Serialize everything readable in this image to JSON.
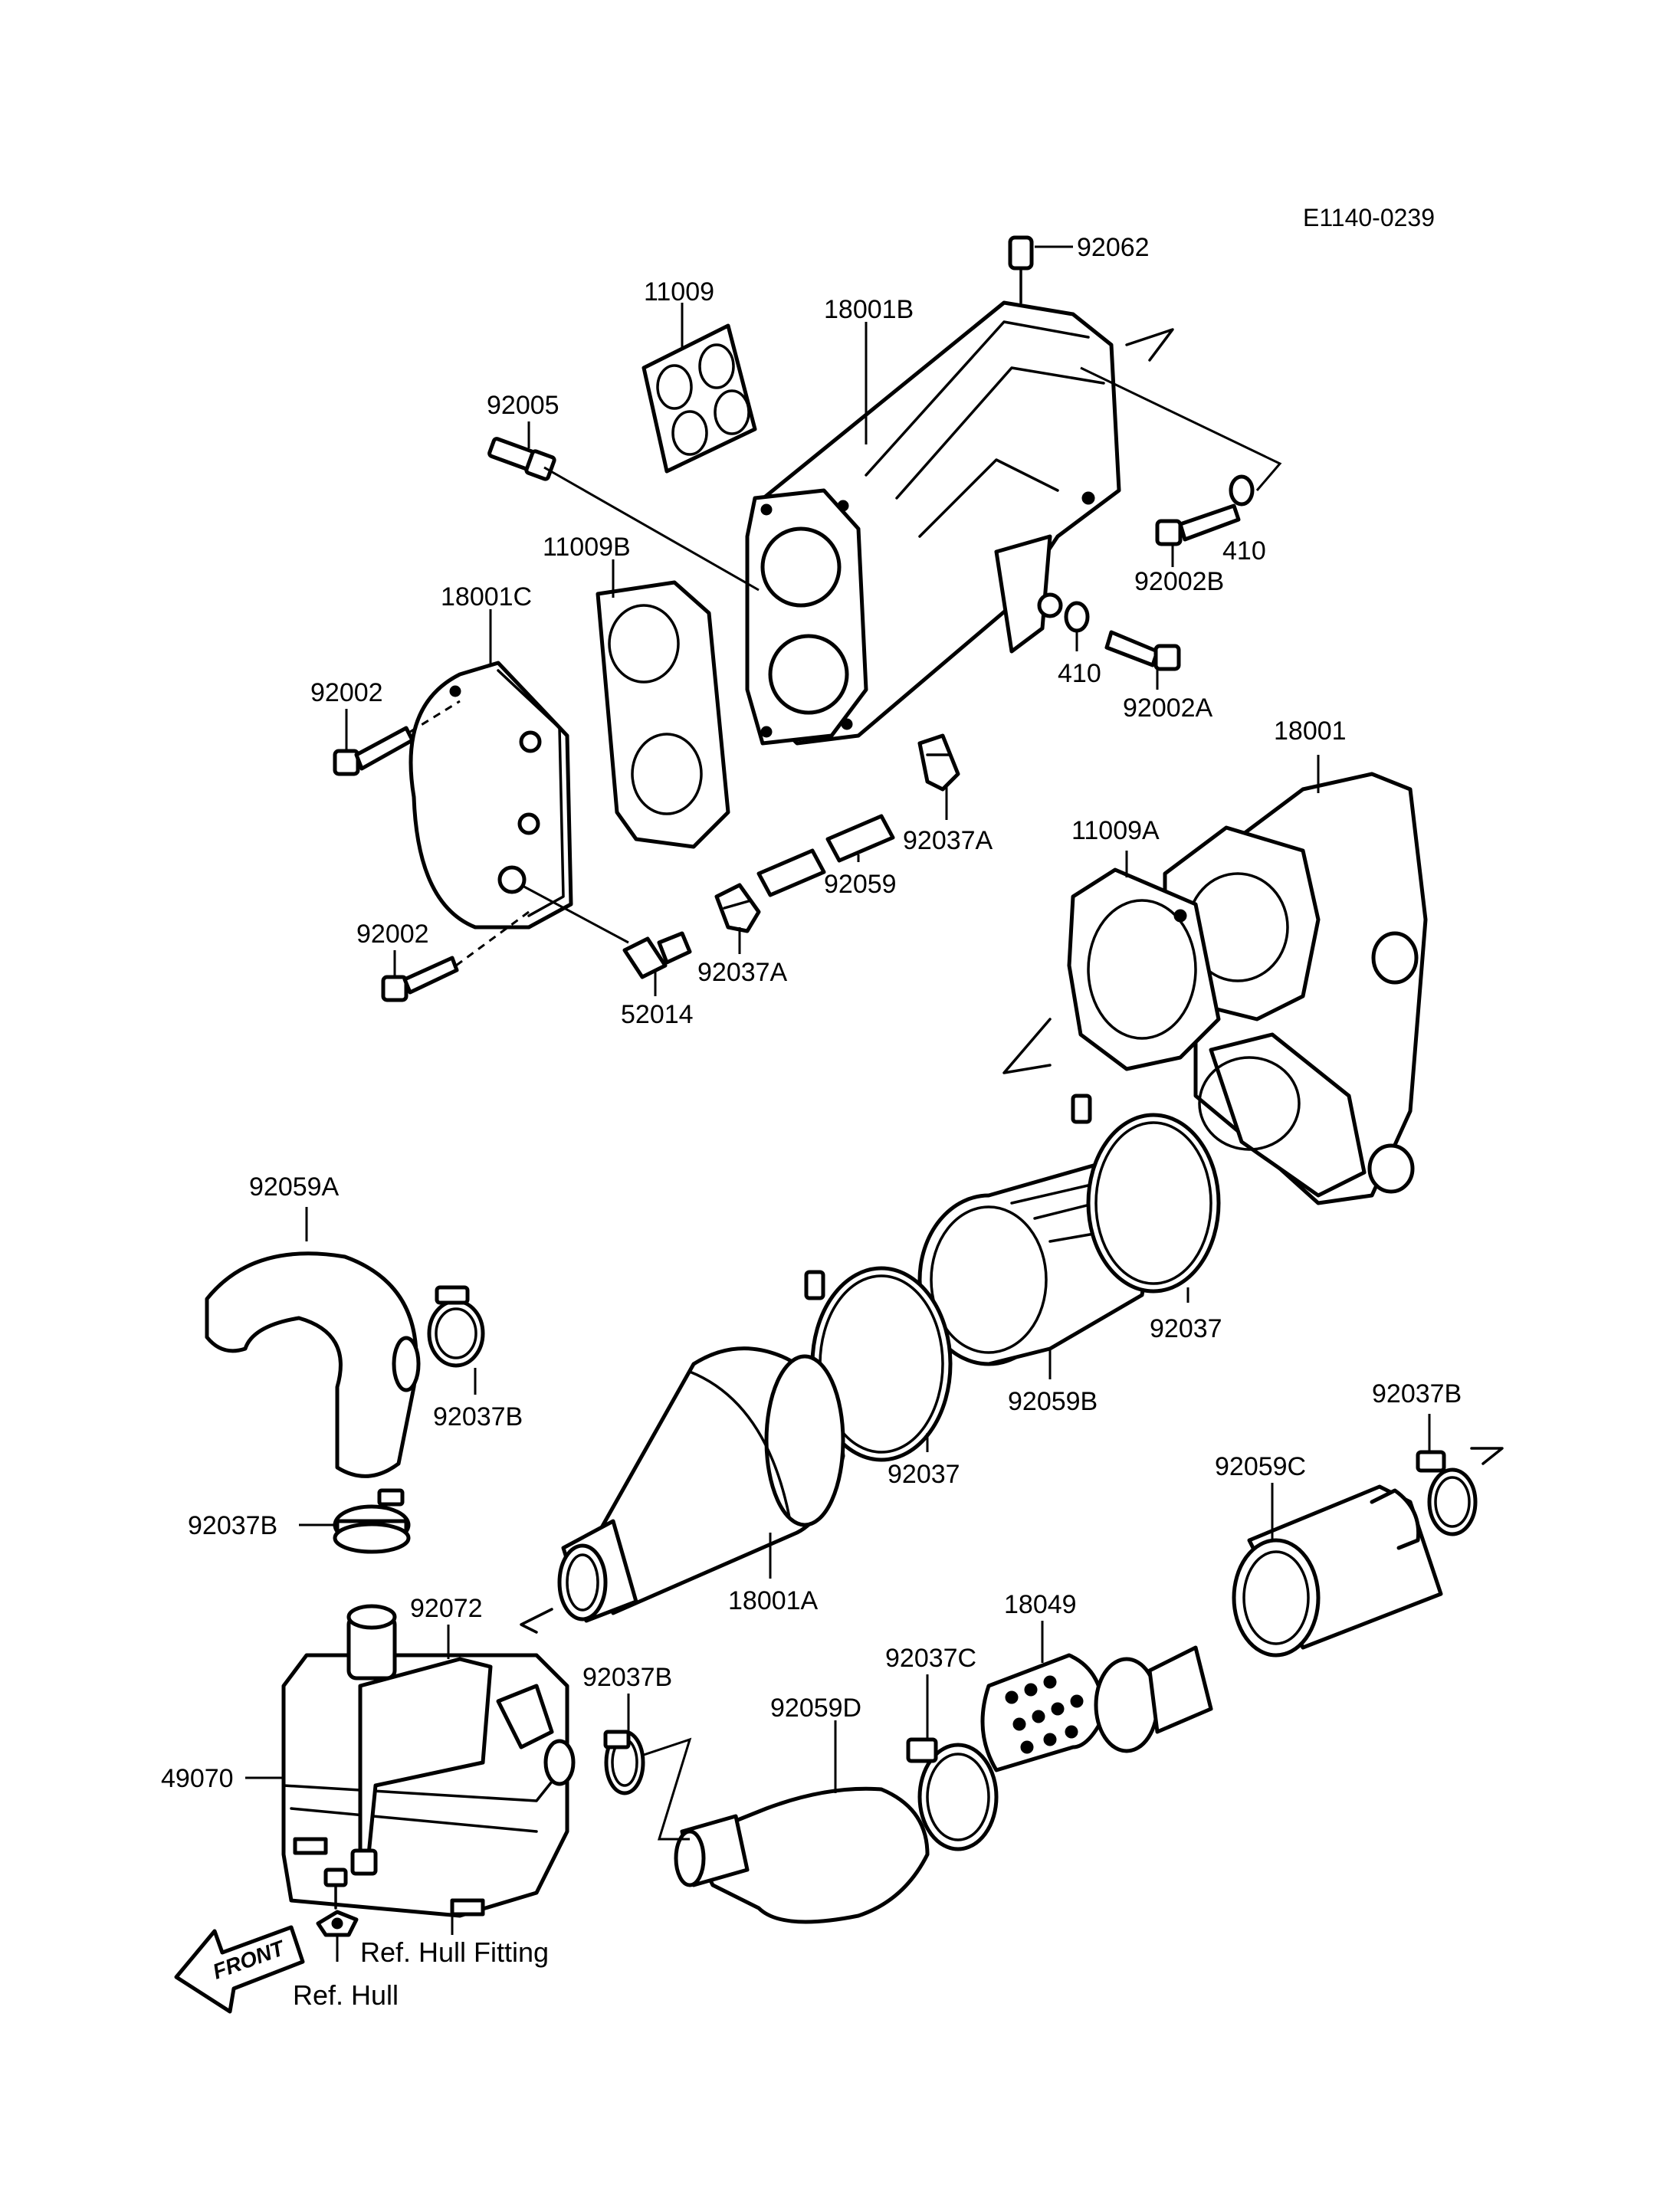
{
  "diagram_code": "E1140-0239",
  "front_arrow_text": "FRONT",
  "labels": {
    "p92062": "92062",
    "p11009": "11009",
    "p18001B": "18001B",
    "p92005": "92005",
    "p11009B": "11009B",
    "p18001C": "18001C",
    "p410_top": "410",
    "p92002B": "92002B",
    "p410_mid": "410",
    "p92002A": "92002A",
    "p92002_top": "92002",
    "p92002_bot": "92002",
    "p52014": "52014",
    "p92037A_top": "92037A",
    "p92059": "92059",
    "p92037A_bot": "92037A",
    "p18001": "18001",
    "p11009A": "11009A",
    "p92059A": "92059A",
    "p92037B_left": "92037B",
    "p92037B_lower": "92037B",
    "p92037_right": "92037",
    "p92059B": "92059B",
    "p92037_mid": "92037",
    "p18001A": "18001A",
    "p92037B_right": "92037B",
    "p92059C": "92059C",
    "p92072": "92072",
    "p18049": "18049",
    "p92037C": "92037C",
    "p92037B_center": "92037B",
    "p92059D": "92059D",
    "p49070": "49070",
    "ref_hull_fitting": "Ref. Hull Fitting",
    "ref_hull": "Ref. Hull"
  }
}
